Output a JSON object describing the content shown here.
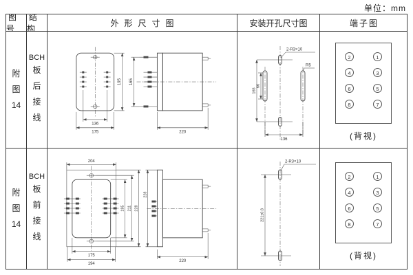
{
  "unit_label": "单位：mm",
  "header": {
    "figure": "图号",
    "structure": "结构",
    "outline": "外形尺寸图",
    "mounting": "安装开孔尺寸图",
    "terminal": "端子图"
  },
  "rows": [
    {
      "figure_no": "附图14",
      "structure_prefix": "BCH",
      "structure_name": "板后接线",
      "outline": {
        "front_height": "195",
        "front_inner_width": "136",
        "front_width": "175",
        "side_span": "165",
        "side_depth": "220"
      },
      "mounting": {
        "slots_label": "2-R3×10",
        "radius_label": "R5",
        "height": "165",
        "slot_span": "66",
        "width": "136"
      },
      "terminal": {
        "left": [
          "2",
          "4",
          "6",
          "8"
        ],
        "right": [
          "1",
          "3",
          "5",
          "7"
        ],
        "caption": "(背视)"
      }
    },
    {
      "figure_no": "附图14",
      "structure_prefix": "BCH",
      "structure_name": "板前接线",
      "outline": {
        "front_top_width": "204",
        "front_height": "195",
        "front_mid_height": "211",
        "front_outer_height": "228",
        "front_inner_width": "175",
        "front_bottom_width": "194",
        "side_height": "228",
        "side_depth": "220"
      },
      "mounting": {
        "slots_label": "2-R3×10",
        "height": "221±0.8"
      },
      "terminal": {
        "left": [
          "2",
          "4",
          "6",
          "8"
        ],
        "right": [
          "1",
          "3",
          "5",
          "7"
        ],
        "caption": "(背视)"
      }
    }
  ]
}
